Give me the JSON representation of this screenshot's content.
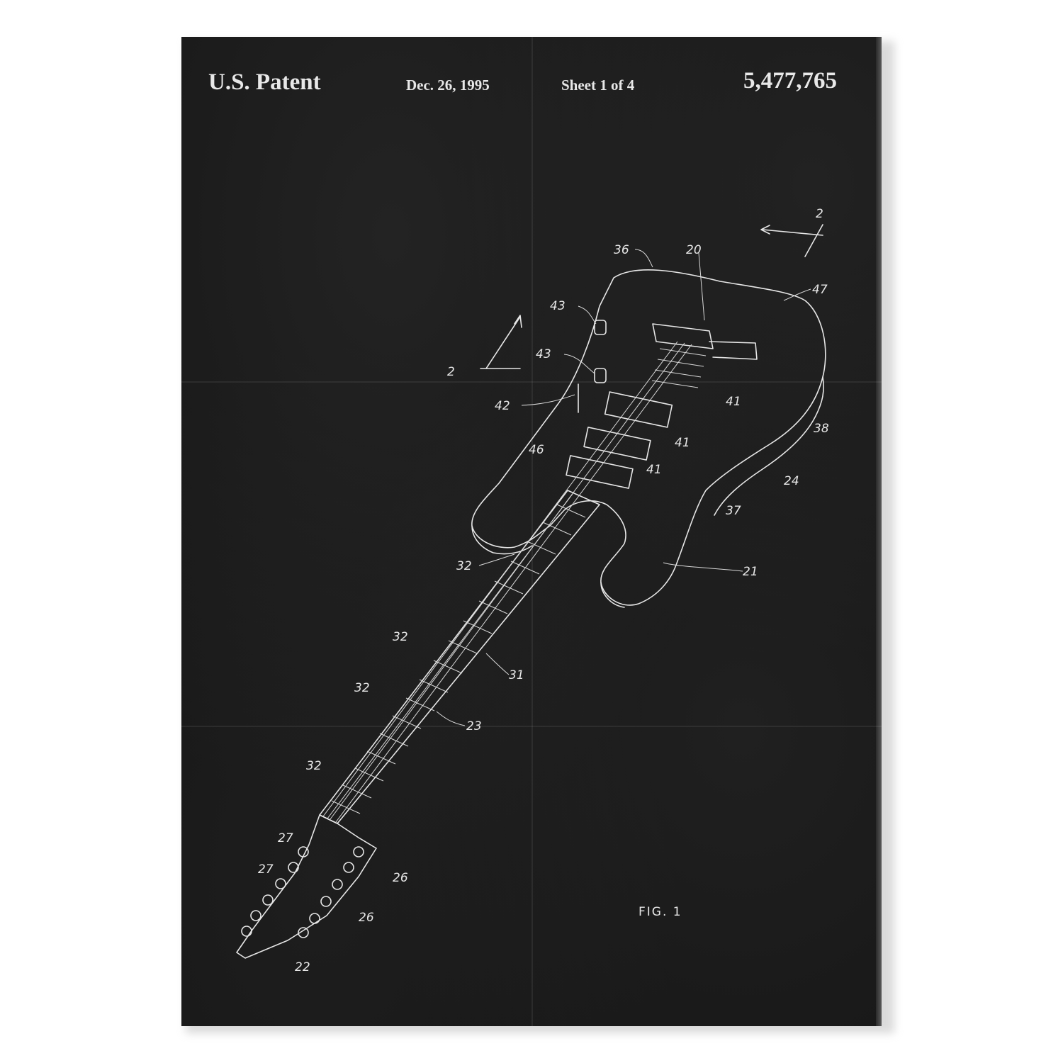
{
  "header": {
    "left": "U.S. Patent",
    "date": "Dec. 26, 1995",
    "sheet": "Sheet 1 of 4",
    "number": "5,477,765"
  },
  "figure": {
    "caption": "FIG. 1",
    "section_marks": [
      "2",
      "2"
    ],
    "reference_numerals": [
      "36",
      "20",
      "47",
      "43",
      "43",
      "42",
      "41",
      "41",
      "41",
      "46",
      "38",
      "24",
      "37",
      "21",
      "32",
      "32",
      "32",
      "32",
      "31",
      "23",
      "27",
      "27",
      "26",
      "26",
      "22"
    ]
  },
  "colors": {
    "background": "#161616",
    "ink": "#e6e6e6"
  }
}
